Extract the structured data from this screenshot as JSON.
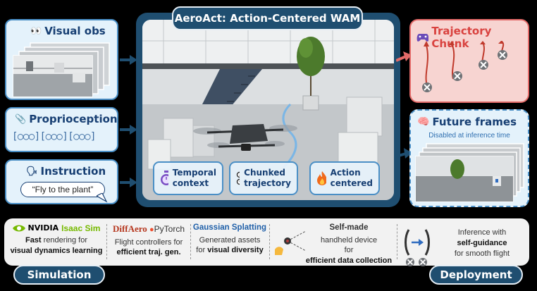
{
  "inputs": {
    "visual_obs": {
      "label": "Visual obs"
    },
    "proprioception": {
      "label": "Proprioception",
      "tokens": "[○○○][○○○][○○○]"
    },
    "instruction": {
      "label": "Instruction",
      "quote": "“Fly to the plant”"
    }
  },
  "main": {
    "title": "AeroAct: Action-Centered WAM",
    "chips": [
      {
        "label": "Temporal\ncontext",
        "icon": "stopwatch-icon"
      },
      {
        "label": "Chunked\ntrajectory",
        "icon": "drone-icon"
      },
      {
        "label": "Action\ncentered",
        "icon": "fire-icon"
      }
    ]
  },
  "outputs": {
    "trajectory_chunk": {
      "label": "Trajectory Chunk",
      "icon": "gamepad-icon"
    },
    "future_frames": {
      "label": "Future frames",
      "sub": "Disabled at inference time",
      "icon": "brain-icon"
    }
  },
  "bottom": {
    "isaac": {
      "brand": "NVIDIA",
      "product": "Isaac Sim",
      "bold1": "Fast",
      "text1": " rendering for",
      "bold2": "visual dynamics learning"
    },
    "diffaero": {
      "brand1": "DiffAero",
      "brand2": "PyTorch",
      "text1": "Flight controllers for",
      "bold1": "efficient traj. gen."
    },
    "gaussian": {
      "head": "Gaussian Splatting",
      "text1": "Generated assets",
      "text2": "for ",
      "bold1": "visual diversity"
    },
    "handheld": {
      "head": "Self-made",
      "text1": "handheld device",
      "text2": "for",
      "bold1": "efficient data collection"
    },
    "inference": {
      "text1": "Inference with",
      "bold1": "self-guidance",
      "text2": "for smooth flight"
    },
    "simulation_label": "Simulation",
    "deployment_label": "Deployment"
  },
  "colors": {
    "navy": "#1f4e70",
    "light_blue": "#e4f2fb",
    "border_blue": "#4a8fc6",
    "red": "#e36b69",
    "pink": "#f7d4d1"
  }
}
